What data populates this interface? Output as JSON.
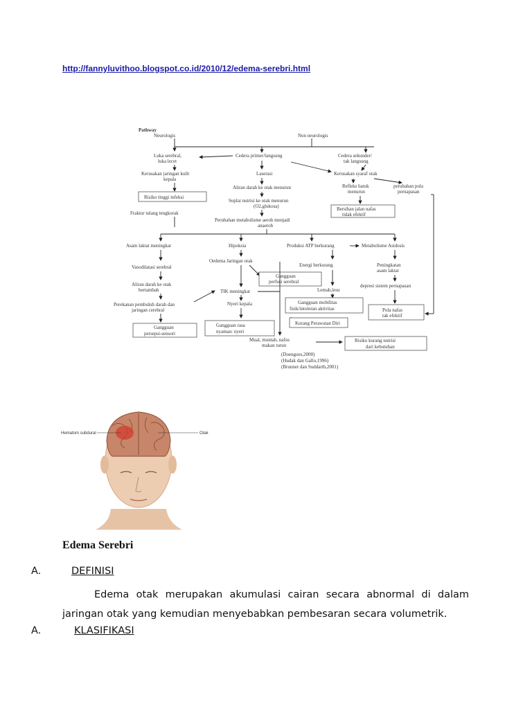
{
  "header": {
    "url": "http://fannyluvithoo.blogspot.co.id/2010/12/edema-serebri.html"
  },
  "pathway": {
    "title": "Pathway",
    "neurologis": "Neurologis",
    "non_neurologis": "Non neurologis",
    "luka": [
      "Luka serebral,",
      "luka lecet"
    ],
    "cedera_primer": "Cedera primer/langsung",
    "cedera_sekunder": [
      "Cedera sekunder/",
      "tak langsung"
    ],
    "kerusakan_kulit": [
      "Kerusakan jaringan kulit",
      "kepala"
    ],
    "laserasi": "Laserasi",
    "kerusakan_syaraf": "Kerusakan syaraf otak",
    "risiko_infeksi": "Risiko tinggi infeksi",
    "aliran_darah": "Aliran darah ke otak menurun",
    "refleks": [
      "Refleks batuk",
      "menurun"
    ],
    "perubahan_pola": [
      "perubahan pola",
      "pernapasan"
    ],
    "suplai": [
      "Suplai nutrisi ke otak menurun",
      "(O2,glukosa)"
    ],
    "bersihan": [
      "Bersihan jalan nafas",
      "tidak efektif"
    ],
    "fraktur": "Fraktur tulang tengkorak",
    "perubahan_metabolisme": [
      "Perubahan metabolisme aerob menjadi",
      "anaerob"
    ],
    "asam_laktat": "Asam laktat meningkat",
    "hipoksia": "Hipoksia",
    "produksi_atp": "Produksi ATP berkurang",
    "metabolisme_asidosis": "Metabolisme Asidosis",
    "vasodilatasi": "Vasodilatasi serebral",
    "oedema": "Oedema Jaringan otak",
    "energi": "Energi berkurang",
    "peningkatan_asam": [
      "Peningkatan",
      "asam laktat"
    ],
    "gangguan_perfusi": [
      "Gangguan",
      "perfusi serebral"
    ],
    "aliran_bertambah": [
      "Aliran darah ke otak",
      "bertambah"
    ],
    "tik": "TIK meningkat",
    "lemah": "Lemah,lesu",
    "depresi": "depresi sistem pernapasan",
    "perekanan": [
      "Perekanan pembuluh darah dan",
      "jaringan cerebral"
    ],
    "nyeri_kepala": "Nyeri kepala",
    "gangguan_mobilitas": [
      "Gangguan mobilitas",
      "fisik/intoleran aktivitas"
    ],
    "pola_nafas": [
      "Pola nafas",
      "tak efektif"
    ],
    "kurang_perawatan": "Kurang Perawatan Diri",
    "gangguan_persepsi": [
      "Gangguan",
      "persepsi-sensori"
    ],
    "gangguan_rasa": [
      "Gangguan rasa",
      "nyaman: nyeri"
    ],
    "mual": [
      "Mual, muntah, nafsu",
      "makan turun"
    ],
    "risiko_nutrisi": [
      "Risiko kurang nutrisi",
      "dari kebutuhan"
    ],
    "refs": [
      "(Doengoes,2000)",
      "(Hudak dan Gallo,1996)",
      "(Brunner dan Suddarth,2001)"
    ]
  },
  "figure": {
    "label_left": "Hematom subdural",
    "label_right": "Otak"
  },
  "doc": {
    "title": "Edema Serebri",
    "sections": [
      {
        "letter": "A.",
        "label": "DEFINISI"
      },
      {
        "letter": "A.",
        "label": "KLASIFIKASI"
      }
    ],
    "definition": "Edema otak merupakan akumulasi cairan secara abnormal di dalam jaringan otak yang kemudian menyebabkan pembesaran secara volumetrik."
  }
}
